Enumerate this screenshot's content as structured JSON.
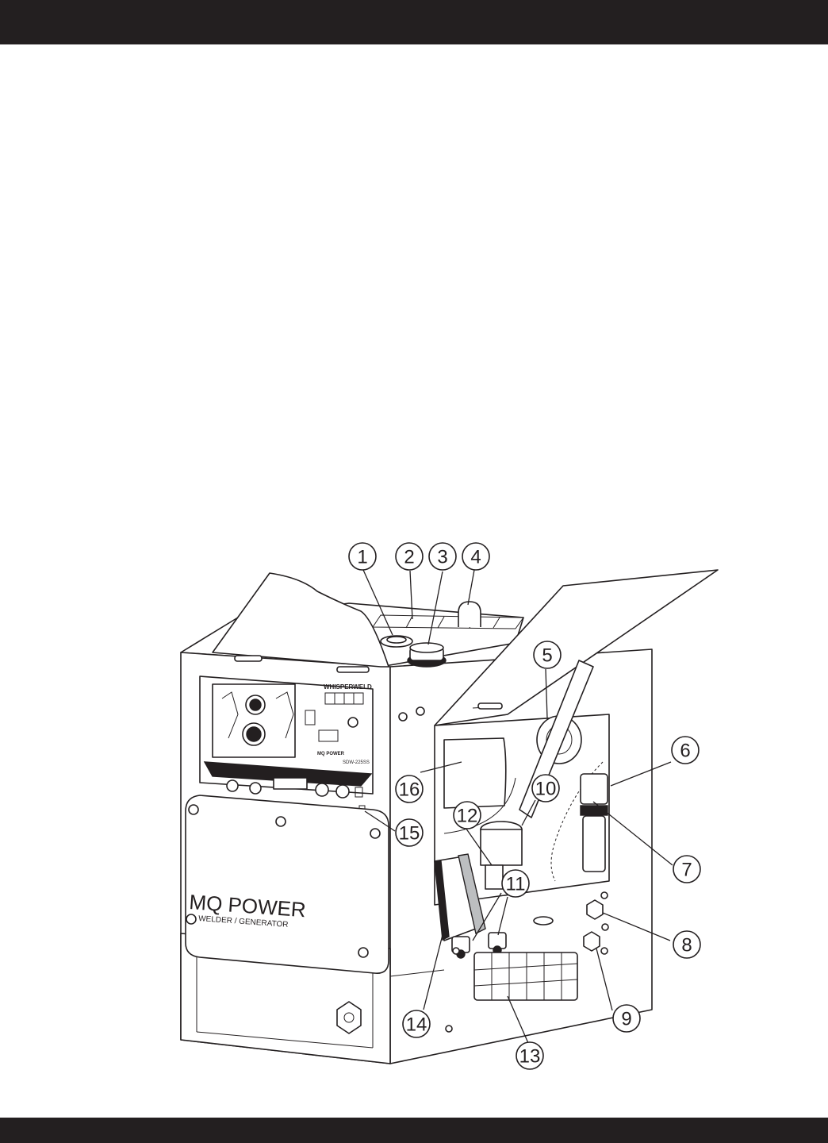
{
  "page": {
    "header_bar_color": "#231f20",
    "footer_bar_color": "#231f20"
  },
  "machine": {
    "front_panel_brand": "WHISPERWELD",
    "front_panel_maker": "MQ POWER",
    "front_panel_model": "SDW-225SS",
    "door_brand": "MQ POWER",
    "door_subtitle": "WELDER / GENERATOR"
  },
  "callouts": [
    {
      "id": "callout-1",
      "label": "1"
    },
    {
      "id": "callout-2",
      "label": "2"
    },
    {
      "id": "callout-3",
      "label": "3"
    },
    {
      "id": "callout-4",
      "label": "4"
    },
    {
      "id": "callout-5",
      "label": "5"
    },
    {
      "id": "callout-6",
      "label": "6"
    },
    {
      "id": "callout-7",
      "label": "7"
    },
    {
      "id": "callout-8",
      "label": "8"
    },
    {
      "id": "callout-9",
      "label": "9"
    },
    {
      "id": "callout-10",
      "label": "10"
    },
    {
      "id": "callout-11",
      "label": "11"
    },
    {
      "id": "callout-12",
      "label": "12"
    },
    {
      "id": "callout-13",
      "label": "13"
    },
    {
      "id": "callout-14",
      "label": "14"
    },
    {
      "id": "callout-15",
      "label": "15"
    },
    {
      "id": "callout-16",
      "label": "16"
    }
  ]
}
